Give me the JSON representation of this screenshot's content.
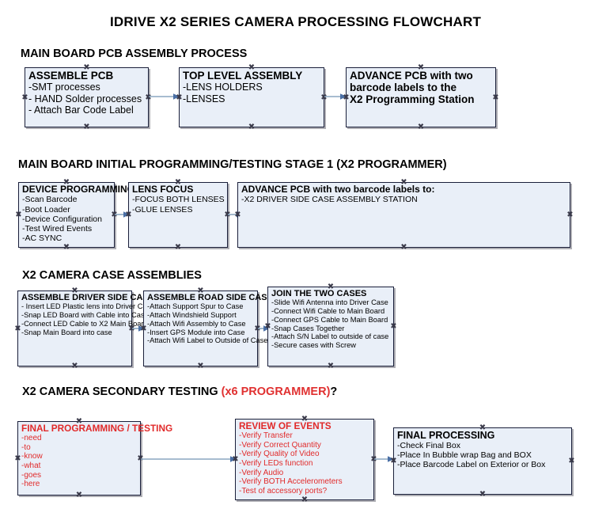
{
  "title": "IDRIVE X2  SERIES CAMERA PROCESSING FLOWCHART",
  "colors": {
    "node_fill": "#e9eff8",
    "node_border": "#1a1f3a",
    "accent_red": "#e12a2a",
    "connector": "#8aa6c0",
    "arrow": "#4a6fa5",
    "text": "#000000"
  },
  "sections": [
    {
      "id": "main-board-pcb-assembly",
      "heading": "MAIN BOARD PCB ASSEMBLY PROCESS",
      "heading_accent": "",
      "heading_accent_tail": "",
      "nodes": [
        {
          "id": "assemble-pcb",
          "title": "ASSEMBLE PCB",
          "lines": [
            "-SMT processes",
            "- HAND Solder processes",
            "- Attach Bar Code Label"
          ]
        },
        {
          "id": "top-level-assembly",
          "title": "TOP LEVEL ASSEMBLY",
          "lines": [
            "-LENS HOLDERS",
            "-LENSES"
          ]
        },
        {
          "id": "advance-pcb-programming-station",
          "title": "ADVANCE PCB with two",
          "lines": [
            "barcode labels to the",
            " X2 Programming Station"
          ]
        }
      ]
    },
    {
      "id": "main-board-initial-programming",
      "heading": "MAIN BOARD INITIAL PROGRAMMING/TESTING STAGE 1 (X2 PROGRAMMER)",
      "heading_accent": "",
      "heading_accent_tail": "",
      "nodes": [
        {
          "id": "device-programming",
          "title": "DEVICE PROGRAMMING",
          "lines": [
            "-Scan Barcode",
            "-Boot Loader",
            "-Device Configuration",
            "-Test Wired Events",
            "-AC SYNC"
          ]
        },
        {
          "id": "lens-focus",
          "title": "LENS FOCUS",
          "lines": [
            "-FOCUS BOTH LENSES",
            "-GLUE LENSES"
          ]
        },
        {
          "id": "advance-pcb-driver-side-case",
          "title": "ADVANCE PCB with two barcode labels to:",
          "lines": [
            "-X2 DRIVER  SIDE  CASE  ASSEMBLY STATION"
          ]
        }
      ]
    },
    {
      "id": "x2-camera-case-assemblies",
      "heading": "X2 CAMERA CASE ASSEMBLIES",
      "heading_accent": "",
      "heading_accent_tail": "",
      "nodes": [
        {
          "id": "assemble-driver-side-case",
          "title": "ASSEMBLE DRIVER SIDE CASE",
          "lines": [
            "- Insert LED Plastic lens into Driver Case",
            "-Snap LED Board with Cable into Case",
            "-Connect LED Cable to X2 Main Board",
            "-Snap Main Board into case"
          ]
        },
        {
          "id": "assemble-road-side-case",
          "title": "ASSEMBLE ROAD SIDE CASE",
          "lines": [
            "-Attach Support Spur to Case",
            "-Attach Windshield Support",
            "-Attach Wifi Assembly to Case",
            "-Insert GPS Module into Case",
            "-Attach Wifi Label to Outside of Case"
          ]
        },
        {
          "id": "join-the-two-cases",
          "title": "JOIN THE TWO CASES",
          "lines": [
            "-Slide Wifi Antenna into Driver Case",
            "-Connect Wifi Cable to Main Board",
            "-Connect GPS Cable to Main Board",
            "-Snap Cases Together",
            "-Attach S/N Label to outside of case",
            "-Secure cases with Screw"
          ]
        }
      ]
    },
    {
      "id": "x2-camera-secondary-testing",
      "heading": "X2 CAMERA SECONDARY TESTING ",
      "heading_accent": "(x6 PROGRAMMER)",
      "heading_accent_tail": "?",
      "nodes": [
        {
          "id": "final-programming-testing",
          "title": "FINAL PROGRAMMING / TESTING",
          "lines": [
            "-need",
            "-to",
            "-know",
            "-what",
            "-goes",
            "-here"
          ]
        },
        {
          "id": "review-of-events",
          "title": "REVIEW OF EVENTS",
          "lines": [
            "-Verify Transfer",
            "-Verify Correct Quantity",
            "-Verify Quality of Video",
            "-Verify LEDs function",
            "-Verify Audio",
            "-Verify BOTH Accelerometers"
          ],
          "overflow_line": "-Test of accessory ports?"
        },
        {
          "id": "final-processing",
          "title": "FINAL PROCESSING",
          "lines": [
            " -Check Final Box",
            "-Place In Bubble wrap Bag and BOX",
            "-Place Barcode Label on Exterior or Box"
          ]
        }
      ]
    }
  ]
}
